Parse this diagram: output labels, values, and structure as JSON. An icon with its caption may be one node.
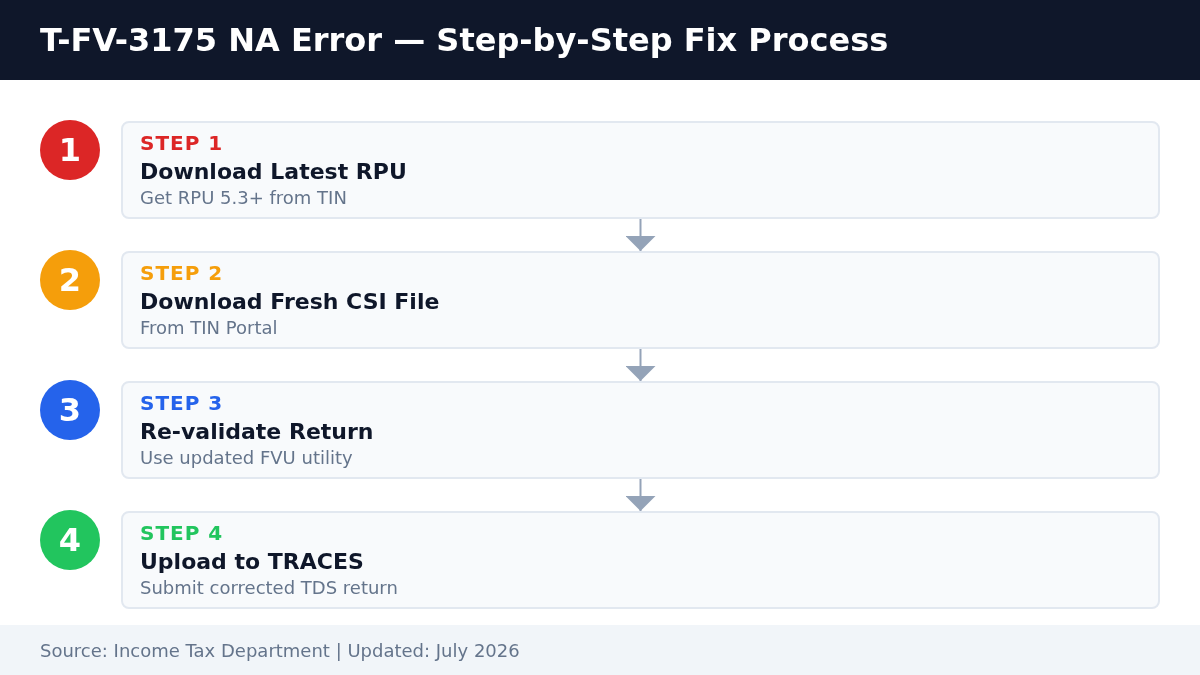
{
  "diagram": {
    "title": "T-FV-3175 NA Error — Step-by-Step Fix Process",
    "nodes": [
      {
        "text": [
          "1"
        ]
      },
      {
        "text": [
          "STEP 1",
          "Download Latest RPU",
          "Get RPU 5.3+ from TIN"
        ]
      },
      {
        "text": [
          "2"
        ]
      },
      {
        "text": [
          "STEP 2",
          "Download Fresh CSI File",
          "From TIN Portal"
        ]
      },
      {
        "text": [
          "3"
        ]
      },
      {
        "text": [
          "STEP 3",
          "Re-validate Return",
          "Use updated FVU utility"
        ]
      },
      {
        "text": [
          "4"
        ]
      },
      {
        "text": [
          "STEP 4",
          "Upload to TRACES",
          "Submit corrected TDS return"
        ]
      }
    ],
    "edges": [
      {
        "from": 1,
        "to": 3,
        "arrow": "to"
      },
      {
        "from": 3,
        "to": 5,
        "arrow": "to"
      },
      {
        "from": 5,
        "to": 7,
        "arrow": "to"
      }
    ],
    "caption": "Source: Income Tax Department | Updated: July 2026"
  }
}
